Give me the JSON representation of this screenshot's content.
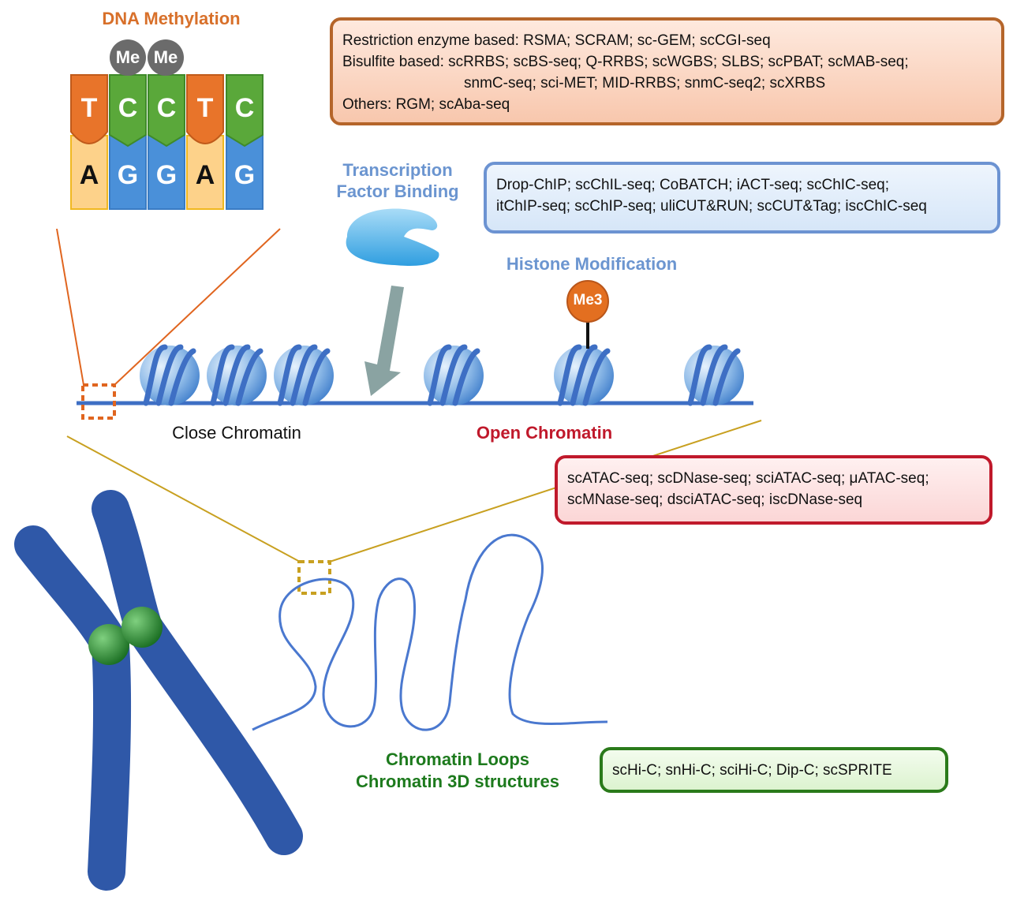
{
  "dna_methylation": {
    "title": "DNA Methylation",
    "me_marks": [
      "Me",
      "Me"
    ],
    "top_strand": [
      "T",
      "C",
      "C",
      "T",
      "C"
    ],
    "bottom_strand": [
      "A",
      "G",
      "G",
      "A",
      "G"
    ]
  },
  "methylation_methods": {
    "line1": "Restriction enzyme based: RSMA; SCRAM; sc-GEM; scCGI-seq",
    "line2": "Bisulfite based: scRRBS; scBS-seq; Q-RRBS; scWGBS; SLBS; scPBAT; scMAB-seq;",
    "line3": "snmC-seq; sci-MET; MID-RRBS; snmC-seq2; scXRBS",
    "line4": "Others: RGM; scAba-seq"
  },
  "tf_binding": {
    "title_line1": "Transcription",
    "title_line2": "Factor Binding",
    "methods_line1": "Drop-ChIP; scChIL-seq; CoBATCH; iACT-seq; scChIC-seq;",
    "methods_line2": "itChIP-seq; scChIP-seq; uliCUT&RUN; scCUT&Tag; iscChIC-seq"
  },
  "histone": {
    "title": "Histone Modification",
    "mark": "Me3"
  },
  "chromatin": {
    "close_label": "Close Chromatin",
    "open_label": "Open Chromatin"
  },
  "accessibility_methods": {
    "line1": "scATAC-seq; scDNase-seq; sciATAC-seq; μATAC-seq;",
    "line2": "scMNase-seq; dsciATAC-seq; iscDNase-seq"
  },
  "loops": {
    "title_line1": "Chromatin Loops",
    "title_line2": "Chromatin 3D structures",
    "methods": "scHi-C; snHi-C; sciHi-C; Dip-C; scSPRITE"
  },
  "colors": {
    "orange": "#d8702a",
    "blue": "#3e6fc4",
    "red": "#c0192b",
    "green": "#1d7a1d",
    "gold": "#c8a020"
  }
}
